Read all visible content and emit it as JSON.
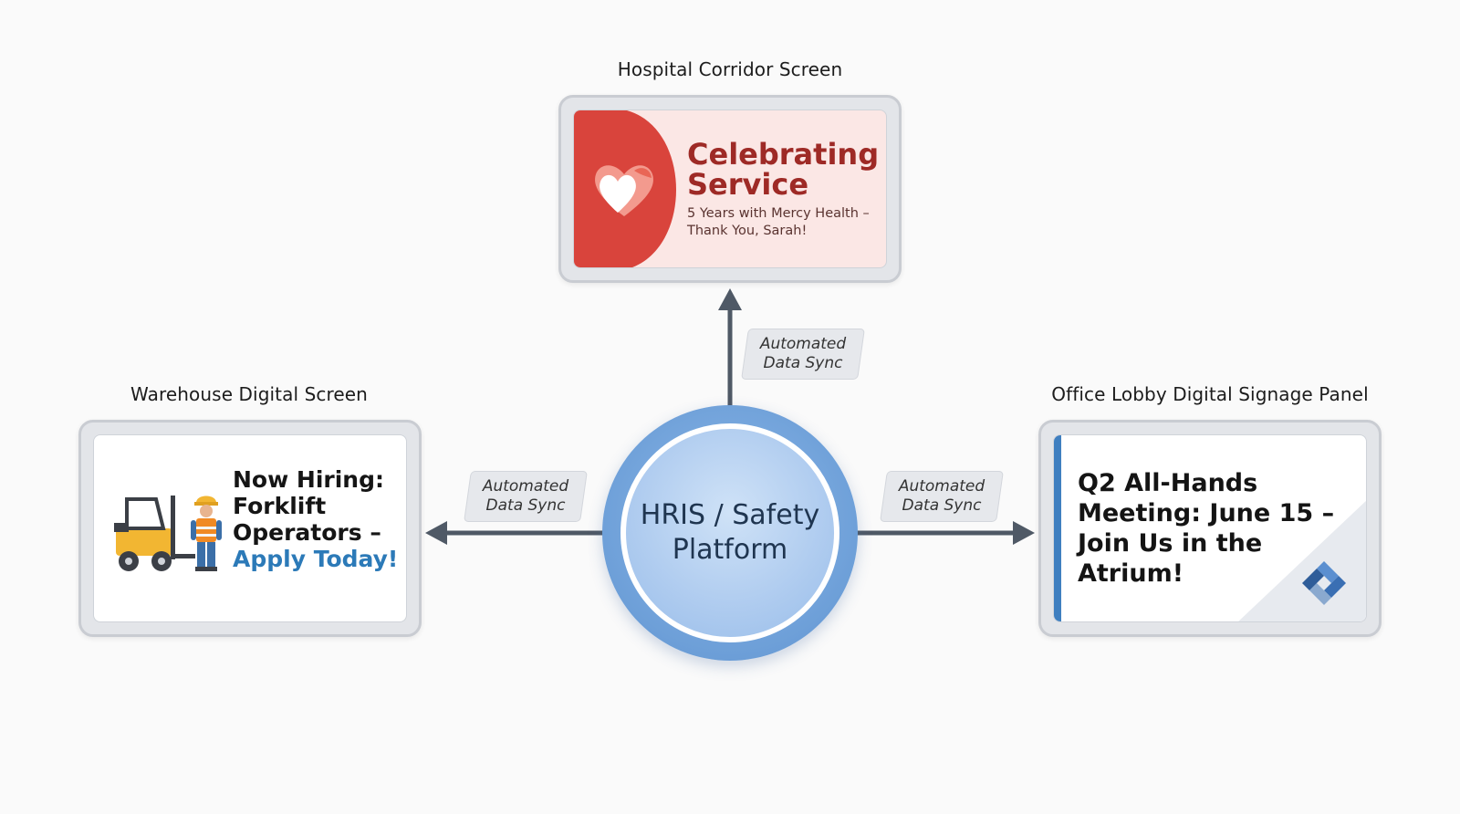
{
  "hub": {
    "label": "HRIS / Safety Platform"
  },
  "connections": {
    "top_label": "Automated Data Sync",
    "left_label": "Automated Data Sync",
    "right_label": "Automated Data Sync"
  },
  "hospital_screen": {
    "label": "Hospital Corridor Screen",
    "headline": "Celebrating Service",
    "subtext": "5 Years with Mercy Health – Thank You, Sarah!",
    "icon": "heart-icon"
  },
  "warehouse_screen": {
    "label": "Warehouse Digital Screen",
    "headline_prefix": "Now Hiring: Forklift Operators –",
    "headline_accent": "Apply Today!",
    "icon": "forklift-worker-icon"
  },
  "office_screen": {
    "label": "Office Lobby Digital Signage Panel",
    "headline": "Q2 All-Hands Meeting: June 15 – Join Us in the Atrium!",
    "icon": "company-logo-icon"
  },
  "colors": {
    "hub_blue": "#6d9fd8",
    "arrow": "#4f5966",
    "hospital_red": "#d9443c",
    "hospital_text": "#9e2a26",
    "warehouse_accent": "#2c7ab8",
    "office_accent": "#3f7fc0"
  }
}
